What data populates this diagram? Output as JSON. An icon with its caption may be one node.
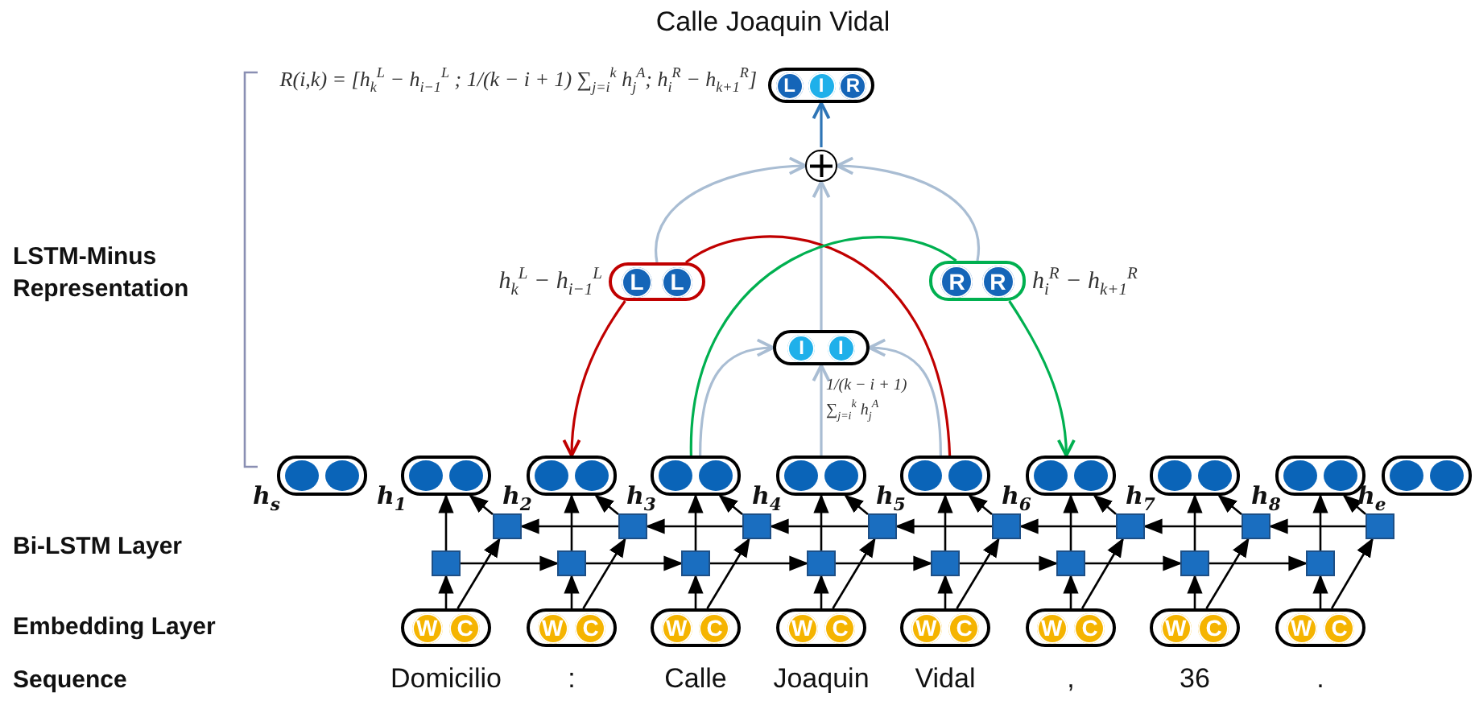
{
  "diagram": {
    "title": "Calle Joaquin Vidal",
    "nodes": [
      {
        "text": [
          "L",
          "I",
          "R"
        ],
        "beside": [
          "R(i,k) = [h$_{k}$$^{L}$ − h$_{i−1}$$^{L}$ ; 1/(k − i + 1) ∑$_{j=i}$$^{k}$ h$_{j}$$^{A}$; h$_{i}$$^{R}$ − h$_{k+1}$$^{R}$]"
        ]
      },
      {
        "text": [],
        "shape": "circle"
      },
      {
        "text": [
          "L",
          "L"
        ],
        "beside": [
          "h$_{k}$$^{L}$ − h$_{i−1}$$^{L}$"
        ]
      },
      {
        "text": [
          "R",
          "R"
        ],
        "beside": [
          "h$_{i}$$^{R}$ − h$_{k+1}$$^{R}$"
        ]
      },
      {
        "text": [
          "I",
          "I"
        ],
        "beside": [
          "1/(k − i + 1) ∑$_{j=i}$$^{k}$ h$_{j}$$^{A}$"
        ]
      },
      {
        "text": [],
        "shape": "box",
        "beside": [
          "h$_{s}$"
        ]
      },
      {
        "text": [],
        "shape": "box",
        "beside": [
          "h$_{1}$"
        ]
      },
      {
        "text": [],
        "shape": "box",
        "beside": [
          "h$_{2}$"
        ]
      },
      {
        "text": [],
        "shape": "box",
        "beside": [
          "h$_{3}$"
        ]
      },
      {
        "text": [],
        "shape": "box",
        "beside": [
          "h$_{4}$"
        ]
      },
      {
        "text": [],
        "shape": "box",
        "beside": [
          "h$_{5}$"
        ]
      },
      {
        "text": [],
        "shape": "box",
        "beside": [
          "h$_{6}$"
        ]
      },
      {
        "text": [],
        "shape": "box",
        "beside": [
          "h$_{7}$"
        ]
      },
      {
        "text": [],
        "shape": "box",
        "beside": [
          "h$_{8}$"
        ]
      },
      {
        "text": [],
        "shape": "box",
        "beside": [
          "h$_{e}$"
        ]
      },
      {
        "text": [],
        "shape": "box"
      },
      {
        "text": [],
        "shape": "box"
      },
      {
        "text": [],
        "shape": "box"
      },
      {
        "text": [],
        "shape": "box"
      },
      {
        "text": [],
        "shape": "box"
      },
      {
        "text": [],
        "shape": "box"
      },
      {
        "text": [],
        "shape": "box"
      },
      {
        "text": [],
        "shape": "box"
      },
      {
        "text": [],
        "shape": "box"
      },
      {
        "text": [],
        "shape": "box"
      },
      {
        "text": [],
        "shape": "box"
      },
      {
        "text": [],
        "shape": "box"
      },
      {
        "text": [],
        "shape": "box"
      },
      {
        "text": [],
        "shape": "box"
      },
      {
        "text": [],
        "shape": "box"
      },
      {
        "text": [],
        "shape": "box"
      },
      {
        "text": [
          "W",
          "C"
        ]
      },
      {
        "text": [
          "W",
          "C"
        ]
      },
      {
        "text": [
          "W",
          "C"
        ]
      },
      {
        "text": [
          "W",
          "C"
        ]
      },
      {
        "text": [
          "W",
          "C"
        ]
      },
      {
        "text": [
          "W",
          "C"
        ]
      },
      {
        "text": [
          "W",
          "C"
        ]
      },
      {
        "text": [
          "W",
          "C"
        ]
      }
    ],
    "edges": [
      {
        "from": 1,
        "to": 0,
        "arrow": "to",
        "color": "#2e75b6"
      },
      {
        "from": 2,
        "to": 1,
        "arrow": "to",
        "color": "#a9bdd3"
      },
      {
        "from": 3,
        "to": 1,
        "arrow": "to",
        "color": "#a9bdd3"
      },
      {
        "from": 4,
        "to": 1,
        "arrow": "to",
        "color": "#a9bdd3"
      },
      {
        "from": 10,
        "to": 2,
        "arrow": "none",
        "color": "#c00000"
      },
      {
        "from": 2,
        "to": 7,
        "arrow": "to",
        "color": "#c00000"
      },
      {
        "from": 8,
        "to": 3,
        "arrow": "none",
        "color": "#00b050"
      },
      {
        "from": 3,
        "to": 11,
        "arrow": "to",
        "color": "#00b050"
      },
      {
        "from": 8,
        "to": 4,
        "arrow": "to",
        "color": "#a9bdd3"
      },
      {
        "from": 9,
        "to": 4,
        "arrow": "to",
        "color": "#a9bdd3"
      },
      {
        "from": 10,
        "to": 4,
        "arrow": "to",
        "color": "#a9bdd3"
      },
      {
        "from": 31,
        "to": 23,
        "arrow": "to"
      },
      {
        "from": 31,
        "to": 15,
        "arrow": "to"
      },
      {
        "from": 23,
        "to": 6,
        "arrow": "to"
      },
      {
        "from": 15,
        "to": 6,
        "arrow": "to"
      },
      {
        "from": 32,
        "to": 24,
        "arrow": "to"
      },
      {
        "from": 32,
        "to": 16,
        "arrow": "to"
      },
      {
        "from": 24,
        "to": 7,
        "arrow": "to"
      },
      {
        "from": 16,
        "to": 7,
        "arrow": "to"
      },
      {
        "from": 33,
        "to": 25,
        "arrow": "to"
      },
      {
        "from": 33,
        "to": 17,
        "arrow": "to"
      },
      {
        "from": 25,
        "to": 8,
        "arrow": "to"
      },
      {
        "from": 17,
        "to": 8,
        "arrow": "to"
      },
      {
        "from": 34,
        "to": 26,
        "arrow": "to"
      },
      {
        "from": 34,
        "to": 18,
        "arrow": "to"
      },
      {
        "from": 26,
        "to": 9,
        "arrow": "to"
      },
      {
        "from": 18,
        "to": 9,
        "arrow": "to"
      },
      {
        "from": 35,
        "to": 27,
        "arrow": "to"
      },
      {
        "from": 35,
        "to": 19,
        "arrow": "to"
      },
      {
        "from": 27,
        "to": 10,
        "arrow": "to"
      },
      {
        "from": 19,
        "to": 10,
        "arrow": "to"
      },
      {
        "from": 36,
        "to": 28,
        "arrow": "to"
      },
      {
        "from": 36,
        "to": 20,
        "arrow": "to"
      },
      {
        "from": 28,
        "to": 11,
        "arrow": "to"
      },
      {
        "from": 20,
        "to": 11,
        "arrow": "to"
      },
      {
        "from": 37,
        "to": 29,
        "arrow": "to"
      },
      {
        "from": 37,
        "to": 21,
        "arrow": "to"
      },
      {
        "from": 29,
        "to": 12,
        "arrow": "to"
      },
      {
        "from": 21,
        "to": 12,
        "arrow": "to"
      },
      {
        "from": 38,
        "to": 30,
        "arrow": "to"
      },
      {
        "from": 38,
        "to": 22,
        "arrow": "to"
      },
      {
        "from": 30,
        "to": 13,
        "arrow": "to"
      },
      {
        "from": 22,
        "to": 13,
        "arrow": "to"
      },
      {
        "from": 23,
        "to": 24,
        "arrow": "to"
      },
      {
        "from": 24,
        "to": 25,
        "arrow": "to"
      },
      {
        "from": 25,
        "to": 26,
        "arrow": "to"
      },
      {
        "from": 26,
        "to": 27,
        "arrow": "to"
      },
      {
        "from": 27,
        "to": 28,
        "arrow": "to"
      },
      {
        "from": 28,
        "to": 29,
        "arrow": "to"
      },
      {
        "from": 29,
        "to": 30,
        "arrow": "to"
      },
      {
        "from": 16,
        "to": 15,
        "arrow": "to"
      },
      {
        "from": 17,
        "to": 16,
        "arrow": "to"
      },
      {
        "from": 18,
        "to": 17,
        "arrow": "to"
      },
      {
        "from": 19,
        "to": 18,
        "arrow": "to"
      },
      {
        "from": 20,
        "to": 19,
        "arrow": "to"
      },
      {
        "from": 21,
        "to": 20,
        "arrow": "to"
      },
      {
        "from": 22,
        "to": 21,
        "arrow": "to"
      }
    ],
    "labels": [
      "LSTM-Minus Representation",
      "Bi-LSTM Layer",
      "Embedding Layer",
      "Sequence",
      "Domicilio",
      ":",
      "Calle",
      "Joaquin",
      "Vidal",
      ",",
      "36",
      "."
    ]
  }
}
